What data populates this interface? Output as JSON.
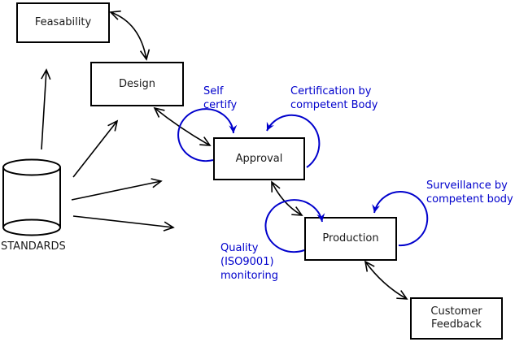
{
  "nodes": {
    "feasability": {
      "label": "Feasability"
    },
    "design": {
      "label": "Design"
    },
    "approval": {
      "label": "Approval"
    },
    "production": {
      "label": "Production"
    },
    "customer_feedback": {
      "line1": "Customer",
      "line2": "Feedback"
    }
  },
  "datastore": {
    "label": "STANDARDS"
  },
  "annotations": {
    "self_certify": {
      "line1": "Self",
      "line2": "certify"
    },
    "certification": {
      "line1": "Certification by",
      "line2": "competent Body"
    },
    "surveillance": {
      "line1": "Surveillance by",
      "line2": "competent body"
    },
    "quality": {
      "line1": "Quality",
      "line2": "(ISO9001)",
      "line3": "monitoring"
    }
  },
  "colors": {
    "annotation_blue": "#0000cc",
    "line_black": "#000000",
    "background": "#ffffff"
  }
}
